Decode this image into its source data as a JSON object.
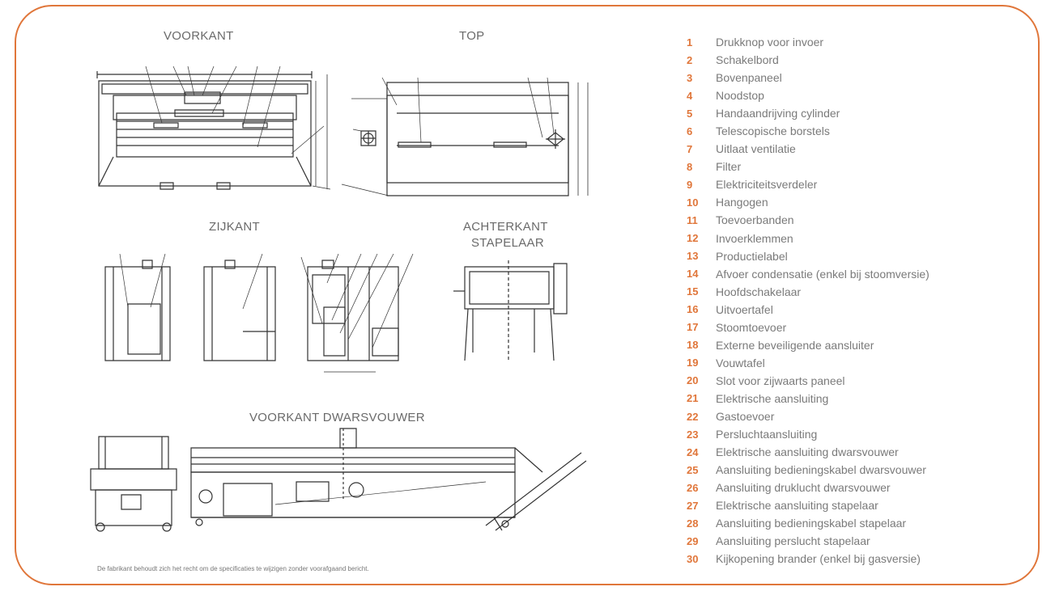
{
  "views": {
    "voorkant": "VOORKANT",
    "top": "TOP",
    "zijkant": "ZIJKANT",
    "achterkant_line1": "ACHTERKANT",
    "achterkant_line2": "STAPELAAR",
    "dwarsvouwer": "VOORKANT DWARSVOUWER"
  },
  "legend": [
    {
      "num": "1",
      "text": "Drukknop voor invoer"
    },
    {
      "num": "2",
      "text": "Schakelbord"
    },
    {
      "num": "3",
      "text": "Bovenpaneel"
    },
    {
      "num": "4",
      "text": "Noodstop"
    },
    {
      "num": "5",
      "text": "Handaandrijving cylinder"
    },
    {
      "num": "6",
      "text": "Telescopische borstels"
    },
    {
      "num": "7",
      "text": "Uitlaat ventilatie"
    },
    {
      "num": "8",
      "text": "Filter"
    },
    {
      "num": "9",
      "text": "Elektriciteitsverdeler"
    },
    {
      "num": "10",
      "text": "Hangogen"
    },
    {
      "num": "11",
      "text": "Toevoerbanden"
    },
    {
      "num": "12",
      "text": "Invoerklemmen"
    },
    {
      "num": "13",
      "text": "Productielabel"
    },
    {
      "num": "14",
      "text": "Afvoer condensatie (enkel bij stoomversie)"
    },
    {
      "num": "15",
      "text": "Hoofdschakelaar"
    },
    {
      "num": "16",
      "text": "Uitvoertafel"
    },
    {
      "num": "17",
      "text": "Stoomtoevoer"
    },
    {
      "num": "18",
      "text": "Externe beveiligende aansluiter"
    },
    {
      "num": "19",
      "text": "Vouwtafel"
    },
    {
      "num": "20",
      "text": "Slot voor zijwaarts paneel"
    },
    {
      "num": "21",
      "text": "Elektrische aansluiting"
    },
    {
      "num": "22",
      "text": "Gastoevoer"
    },
    {
      "num": "23",
      "text": "Persluchtaansluiting"
    },
    {
      "num": "24",
      "text": "Elektrische aansluiting dwarsvouwer"
    },
    {
      "num": "25",
      "text": "Aansluiting bedieningskabel dwarsvouwer"
    },
    {
      "num": "26",
      "text": "Aansluiting druklucht dwarsvouwer"
    },
    {
      "num": "27",
      "text": "Elektrische aansluiting stapelaar"
    },
    {
      "num": "28",
      "text": "Aansluiting bedieningskabel stapelaar"
    },
    {
      "num": "29",
      "text": "Aansluiting perslucht stapelaar"
    },
    {
      "num": "30",
      "text": "Kijkopening brander (enkel bij gasversie)"
    }
  ],
  "footnote": "De fabrikant behoudt zich het recht om de specificaties te wijzigen zonder voorafgaand bericht.",
  "colors": {
    "accent": "#e0763a",
    "line": "#333333",
    "text": "#6a6a6a"
  }
}
